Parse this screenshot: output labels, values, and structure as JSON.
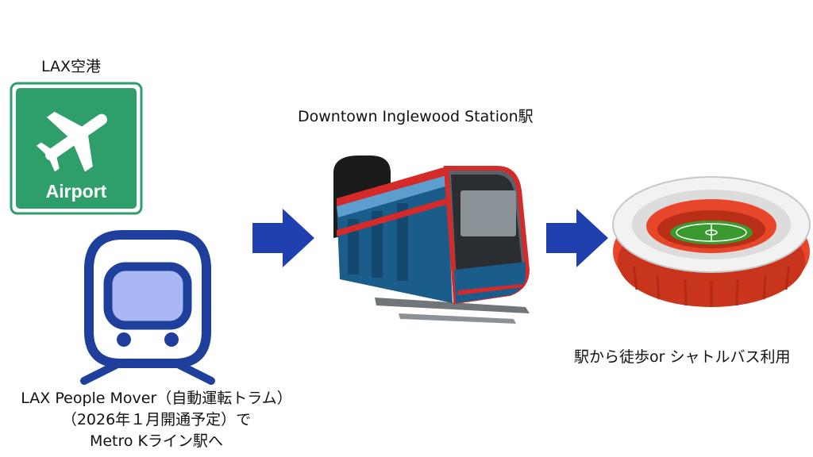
{
  "airport": {
    "title": "LAX空港",
    "sign_text": "Airport"
  },
  "people_mover": {
    "line1": "LAX People Mover（自動運転トラム）",
    "line2": "（2026年１月開通予定）で",
    "line3": "Metro Kライン駅へ"
  },
  "station": {
    "title": "Downtown Inglewood Station駅"
  },
  "stadium": {
    "caption": "駅から徒歩or シャトルバス利用"
  },
  "colors": {
    "sign_green": "#2e9e6b",
    "train_icon_blue": "#1f3f9c",
    "window_fill": "#a9b8f5",
    "arrow_blue": "#2040b0",
    "metro_blue": "#1a5c8a",
    "metro_red": "#d42a2a",
    "stadium_red": "#e8462a",
    "pitch_green": "#3b9a2f"
  },
  "icons": [
    "airport-sign-icon",
    "airplane-icon",
    "train-front-icon",
    "arrow-right-icon",
    "metro-train-icon",
    "stadium-icon"
  ]
}
